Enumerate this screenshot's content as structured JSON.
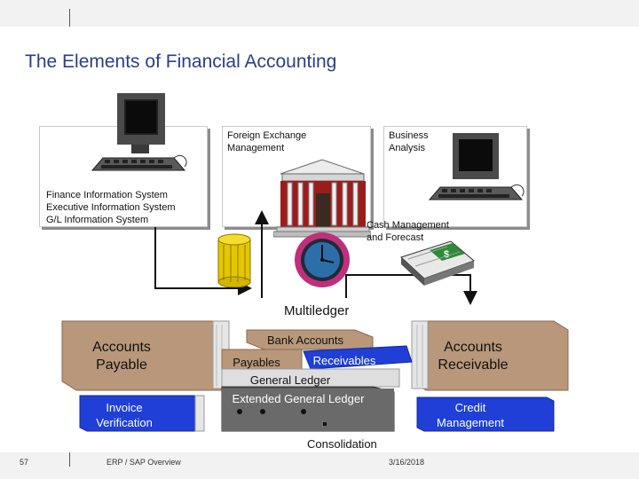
{
  "title": "The Elements of Financial Accounting",
  "labels": {
    "foreign_exchange": "Foreign Exchange\nManagement",
    "business_analysis": "Business\nAnalysis",
    "finance_info": "Finance Information System\nExecutive Information System\nG/L Information System",
    "cash_management": "Cash Management\nand Forecast"
  },
  "multiledger": "Multiledger",
  "books": {
    "accounts_payable": "Accounts\nPayable",
    "invoice_verification": "Invoice\nVerification",
    "accounts_receivable": "Accounts\nReceivable",
    "credit_management": "Credit\nManagement",
    "bank_accounts": "Bank Accounts",
    "payables": "Payables",
    "receivables": "Receivables",
    "general_ledger": "General Ledger",
    "extended_gl": "Extended General Ledger"
  },
  "consolidation": "Consolidation",
  "footer": {
    "page_number": "57",
    "course": "ERP / SAP Overview",
    "date": "3/16/2018"
  },
  "colors": {
    "title": "#2a3f86",
    "book_tan": "#b8977a",
    "book_blue": "#1f3fd6",
    "bank_red": "#9c1c1c"
  }
}
